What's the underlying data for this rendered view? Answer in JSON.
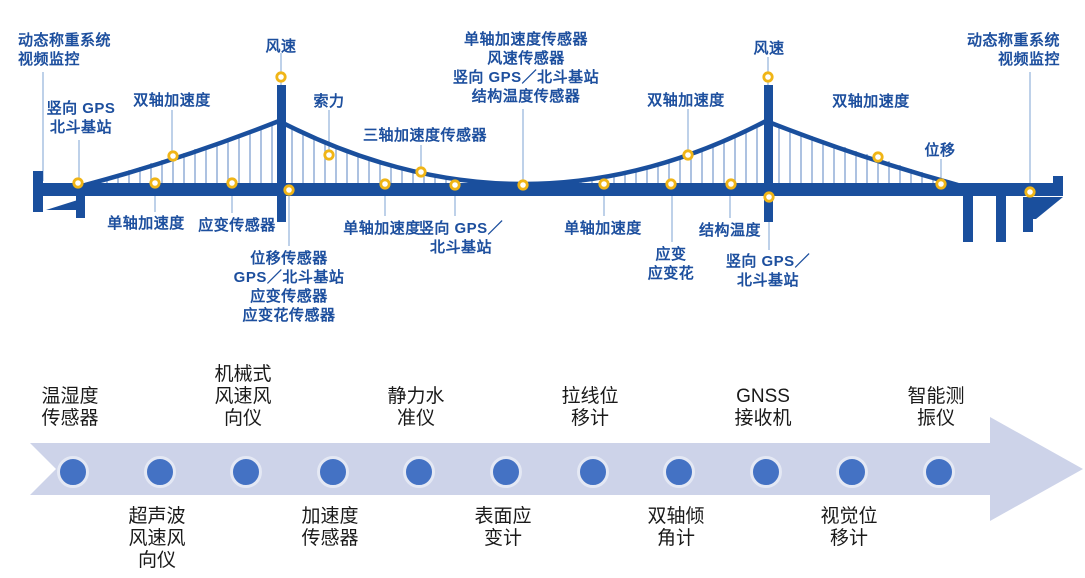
{
  "colors": {
    "bridge_blue": "#1a4f9d",
    "label_blue": "#1d4f9e",
    "connector_blue": "#a9c2e2",
    "hanger_blue": "#8aa8d4",
    "sensor_gold": "#f0b517",
    "timeline_band": "#cdd3e9",
    "timeline_dot_blue": "#4472c4",
    "timeline_text": "#1a1a1a"
  },
  "bridge": {
    "wim_left": {
      "line1": "动态称重系统",
      "line2": "视频监控"
    },
    "vgps_left": {
      "line1": "竖向 GPS",
      "line2": "北斗基站"
    },
    "biaxial_left": "双轴加速度",
    "wind_left": "风速",
    "cable_force": "索力",
    "triaxial": "三轴加速度传感器",
    "midspan_group": {
      "line1": "单轴加速度传感器",
      "line2": "风速传感器",
      "line3": "竖向 GPS／北斗基站",
      "line4": "结构温度传感器"
    },
    "biaxial_right1": "双轴加速度",
    "wind_right": "风速",
    "biaxial_right2": "双轴加速度",
    "displacement": "位移",
    "wim_right": {
      "line1": "动态称重系统",
      "line2": "视频监控"
    },
    "uniaxial_1": "单轴加速度",
    "strain_1": "应变传感器",
    "tower_left_group": {
      "line1": "位移传感器",
      "line2": "GPS／北斗基站",
      "line3": "应变传感器",
      "line4": "应变花传感器"
    },
    "uniaxial_2": "单轴加速度",
    "vgps_mid": {
      "line1": "竖向 GPS／",
      "line2": "北斗基站"
    },
    "uniaxial_3": "单轴加速度",
    "strain_group": {
      "line1": "应变",
      "line2": "应变花"
    },
    "struct_temp": "结构温度",
    "vgps_right": {
      "line1": "竖向 GPS／",
      "line2": "北斗基站"
    }
  },
  "timeline": {
    "items": [
      {
        "l1": "温湿度",
        "l2": "传感器"
      },
      {
        "l1": "超声波",
        "l2": "风速风",
        "l3": "向仪"
      },
      {
        "l1": "机械式",
        "l2": "风速风",
        "l3": "向仪"
      },
      {
        "l1": "加速度",
        "l2": "传感器"
      },
      {
        "l1": "静力水",
        "l2": "准仪"
      },
      {
        "l1": "表面应",
        "l2": "变计"
      },
      {
        "l1": "拉线位",
        "l2": "移计"
      },
      {
        "l1": "双轴倾",
        "l2": "角计"
      },
      {
        "l1": "GNSS",
        "l2": "接收机"
      },
      {
        "l1": "视觉位",
        "l2": "移计"
      },
      {
        "l1": "智能测",
        "l2": "振仪"
      }
    ]
  }
}
